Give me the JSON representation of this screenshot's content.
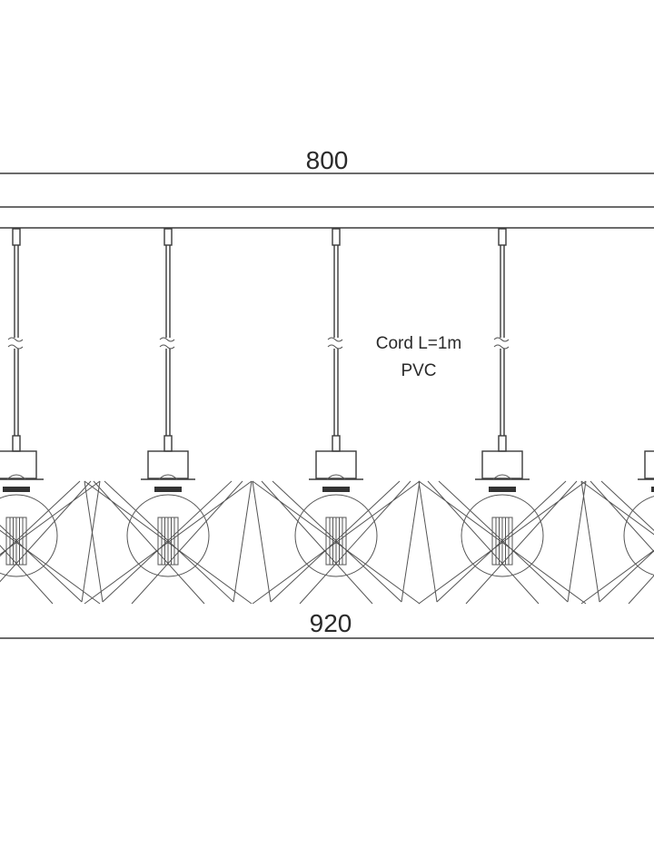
{
  "dimensions": {
    "top_width": "800",
    "bottom_width": "920"
  },
  "note": {
    "line1": "Cord L=1m",
    "line2": "PVC"
  },
  "pendant_count_visible": 5
}
